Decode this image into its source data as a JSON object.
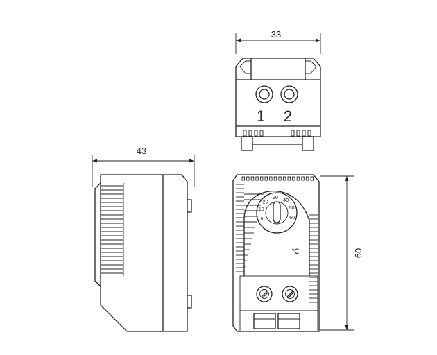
{
  "dimensions": {
    "top_width": "33",
    "side_width": "43",
    "front_height": "60"
  },
  "terminals": {
    "label_1": "1",
    "label_2": "2"
  },
  "dial": {
    "ticks": [
      "0",
      "10",
      "20",
      "30",
      "40",
      "50",
      "60"
    ],
    "unit": "℃"
  }
}
